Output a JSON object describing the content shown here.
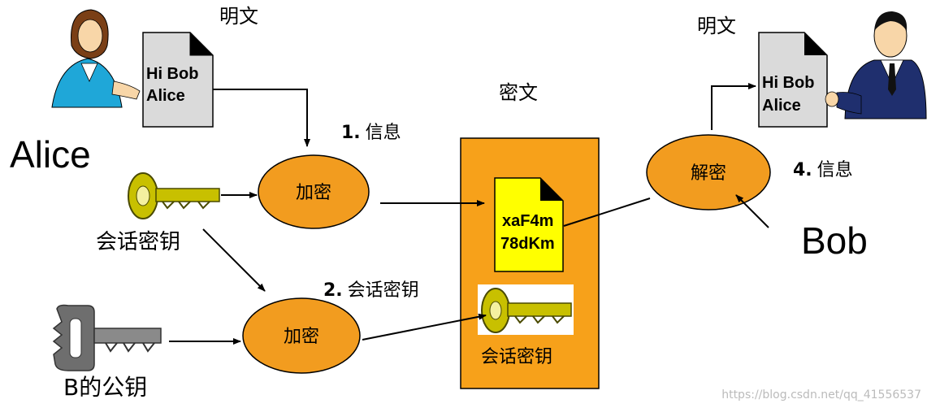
{
  "labels": {
    "plaintext_left": "明文",
    "plaintext_right": "明文",
    "ciphertext": "密文",
    "alice_name": "Alice",
    "bob_name": "Bob",
    "session_key_left": "会话密钥",
    "session_key_box": "会话密钥",
    "b_public_key": "B的公钥",
    "watermark": "https://blog.csdn.net/qq_41556537"
  },
  "steps": {
    "step1_num": "1.",
    "step1_text": "信息",
    "step2_num": "2.",
    "step2_text": "会话密钥",
    "step4_num": "4.",
    "step4_text": "信息"
  },
  "documents": {
    "left_line1": "Hi Bob",
    "left_line2": "Alice",
    "right_line1": "Hi Bob",
    "right_line2": "Alice",
    "cipher_line1": "xaF4m",
    "cipher_line2": "78dKm"
  },
  "nodes": {
    "encrypt_top": "加密",
    "encrypt_bottom": "加密",
    "decrypt": "解密"
  },
  "colors": {
    "ellipse_fill": "#f29c1f",
    "box_fill": "#f7a11a",
    "cipher_doc_fill": "#ffff00",
    "doc_fill": "#dadada",
    "key_gold": "#c8c000",
    "key_grey": "#7a7a7a"
  }
}
